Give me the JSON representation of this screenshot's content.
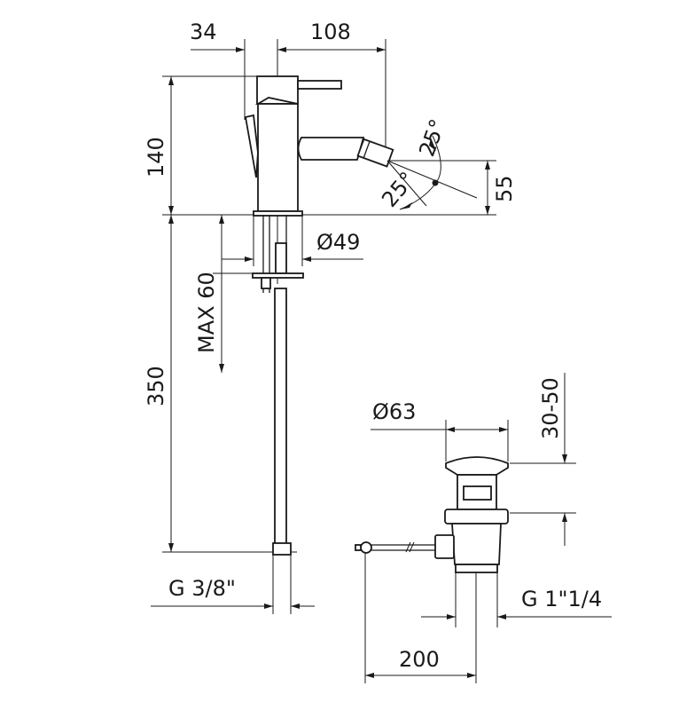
{
  "drawing": {
    "faucet": {
      "dim_spout_offset": "34",
      "dim_reach": "108",
      "dim_height": "140",
      "dim_spout_height": "55",
      "angle_up": "25°",
      "angle_down": "25°",
      "dim_base_diameter": "Ø49",
      "dim_max_thickness": "MAX 60",
      "dim_hose_length": "350",
      "dim_connection": "G 3/8\""
    },
    "waste": {
      "dim_cap_diameter": "Ø63",
      "dim_stroke": "30-50",
      "dim_thread": "G 1\"1/4",
      "dim_rod_length": "200"
    },
    "colors": {
      "line": "#1a1a1a",
      "background": "#ffffff"
    }
  }
}
